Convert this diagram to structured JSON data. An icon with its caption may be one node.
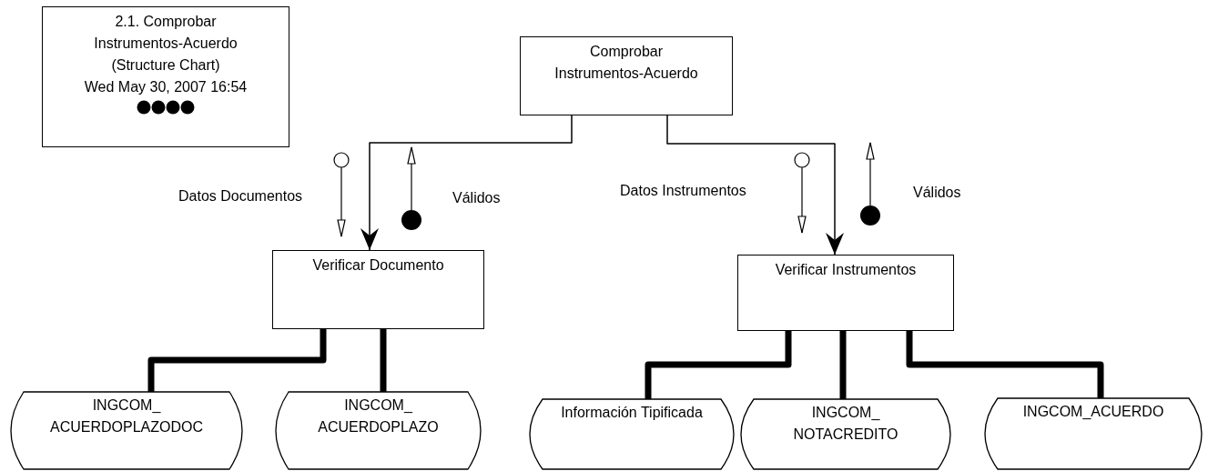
{
  "diagram": {
    "nodes": [
      {
        "text": [
          "2.1. Comprobar Instrumentos-Acuerdo",
          "(Structure Chart)",
          "Wed May 30, 2007 16:54"
        ]
      },
      {
        "text": [
          "Comprobar Instrumentos-Acuerdo"
        ]
      },
      {
        "text": [
          "Verificar Documento"
        ]
      },
      {
        "text": [
          "Verificar Instrumentos"
        ]
      },
      {
        "text": [
          "INGCOM_ ACUERDOPLAZODOC"
        ]
      },
      {
        "text": [
          "INGCOM_ ACUERDOPLAZO"
        ]
      },
      {
        "text": [
          "Información Tipificada"
        ]
      },
      {
        "text": [
          "INGCOM_ NOTACREDITO"
        ]
      },
      {
        "text": [
          "INGCOM_ACUERDO"
        ]
      }
    ],
    "edges": [
      {
        "from": 1,
        "to": 2,
        "arrow": "to"
      },
      {
        "from": 1,
        "to": 3,
        "arrow": "to"
      },
      {
        "from": 2,
        "to": 4,
        "arrow": "none"
      },
      {
        "from": 2,
        "to": 5,
        "arrow": "none"
      },
      {
        "from": 3,
        "to": 6,
        "arrow": "none"
      },
      {
        "from": 3,
        "to": 7,
        "arrow": "none"
      },
      {
        "from": 3,
        "to": 8,
        "arrow": "none"
      }
    ],
    "labels": [
      "Datos Documentos",
      "Válidos",
      "Datos Instrumentos",
      "Válidos"
    ]
  }
}
